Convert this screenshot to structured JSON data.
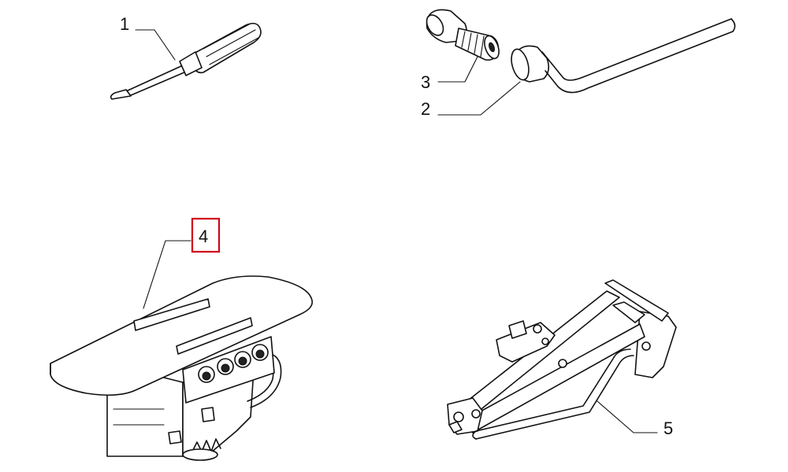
{
  "callouts": [
    {
      "id": "screwdriver",
      "label": "1"
    },
    {
      "id": "tube",
      "label": "2"
    },
    {
      "id": "socket",
      "label": "3"
    },
    {
      "id": "tool-holder",
      "label": "4",
      "highlighted": true
    },
    {
      "id": "jack",
      "label": "5"
    }
  ],
  "colors": {
    "line": "#111111",
    "background": "#ffffff",
    "highlight": "#d0021b"
  }
}
